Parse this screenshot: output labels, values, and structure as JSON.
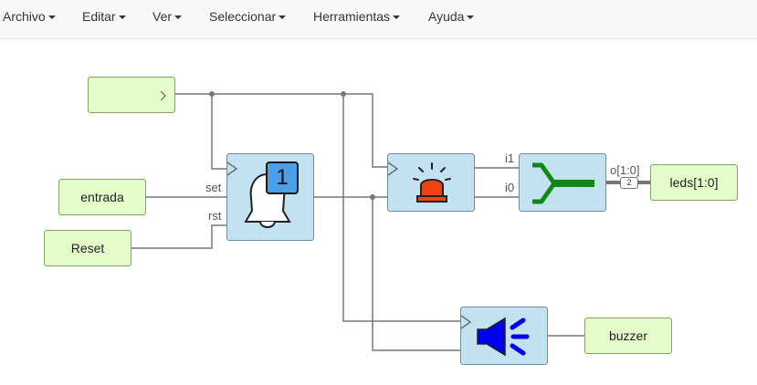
{
  "menu": [
    {
      "label": "Archivo"
    },
    {
      "label": "Editar"
    },
    {
      "label": "Ver"
    },
    {
      "label": "Seleccionar"
    },
    {
      "label": "Herramientas"
    },
    {
      "label": "Ayuda"
    }
  ],
  "blocks": {
    "clock_input": {
      "label": ""
    },
    "entrada": {
      "label": "entrada"
    },
    "reset": {
      "label": "Reset"
    },
    "leds": {
      "label": "leds[1:0]"
    },
    "buzzer": {
      "label": "buzzer"
    }
  },
  "ports": {
    "set": "set",
    "rst": "rst",
    "i1": "i1",
    "i0": "i0",
    "o": "o[1:0]",
    "bus_width": "2"
  },
  "bell_module": {
    "badge": "1"
  },
  "colors": {
    "menu_bg": "#f8f8f8",
    "io_block_bg": "#e3fcc9",
    "module_bg": "#c3e2ef",
    "wire": "#777777",
    "alarm_red": "#ee4411",
    "join_green": "#118811",
    "speaker_blue": "#0000ee",
    "badge_blue": "#4b9fe8"
  },
  "icons": [
    "bell-icon",
    "alarm-light-icon",
    "bus-join-icon",
    "speaker-icon"
  ]
}
